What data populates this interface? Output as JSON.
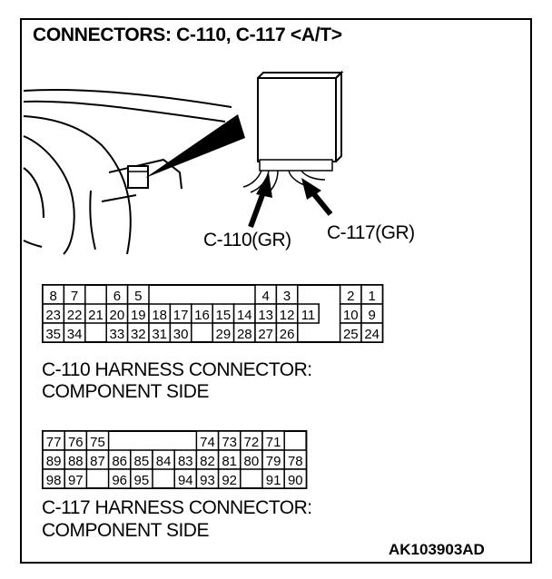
{
  "title": "CONNECTORS: C-110, C-117 <A/T>",
  "illustration": {
    "callout_c110": "C-110(GR)",
    "callout_c117": "C-117(GR)"
  },
  "connector_c110": {
    "caption_line1": "C-110 HARNESS CONNECTOR:",
    "caption_line2": "COMPONENT SIDE",
    "rows": [
      [
        "8",
        "7",
        "",
        "6",
        "5",
        "",
        "",
        "",
        "",
        "",
        "4",
        "3",
        "",
        "",
        "2",
        "1"
      ],
      [
        "23",
        "22",
        "21",
        "20",
        "19",
        "18",
        "17",
        "16",
        "15",
        "14",
        "13",
        "12",
        "11",
        "",
        "10",
        "9"
      ],
      [
        "35",
        "34",
        "",
        "33",
        "32",
        "31",
        "30",
        "",
        "29",
        "28",
        "27",
        "26",
        "",
        "",
        "25",
        "24"
      ]
    ]
  },
  "connector_c117": {
    "caption_line1": "C-117 HARNESS CONNECTOR:",
    "caption_line2": "COMPONENT SIDE",
    "rows": [
      [
        "77",
        "76",
        "75",
        "",
        "",
        "",
        "",
        "74",
        "73",
        "72",
        "71"
      ],
      [
        "89",
        "88",
        "87",
        "86",
        "85",
        "84",
        "83",
        "82",
        "81",
        "80",
        "79",
        "78"
      ],
      [
        "98",
        "97",
        "",
        "96",
        "95",
        "",
        "94",
        "93",
        "92",
        "",
        "91",
        "90"
      ]
    ]
  },
  "reference_code": "AK103903AD"
}
